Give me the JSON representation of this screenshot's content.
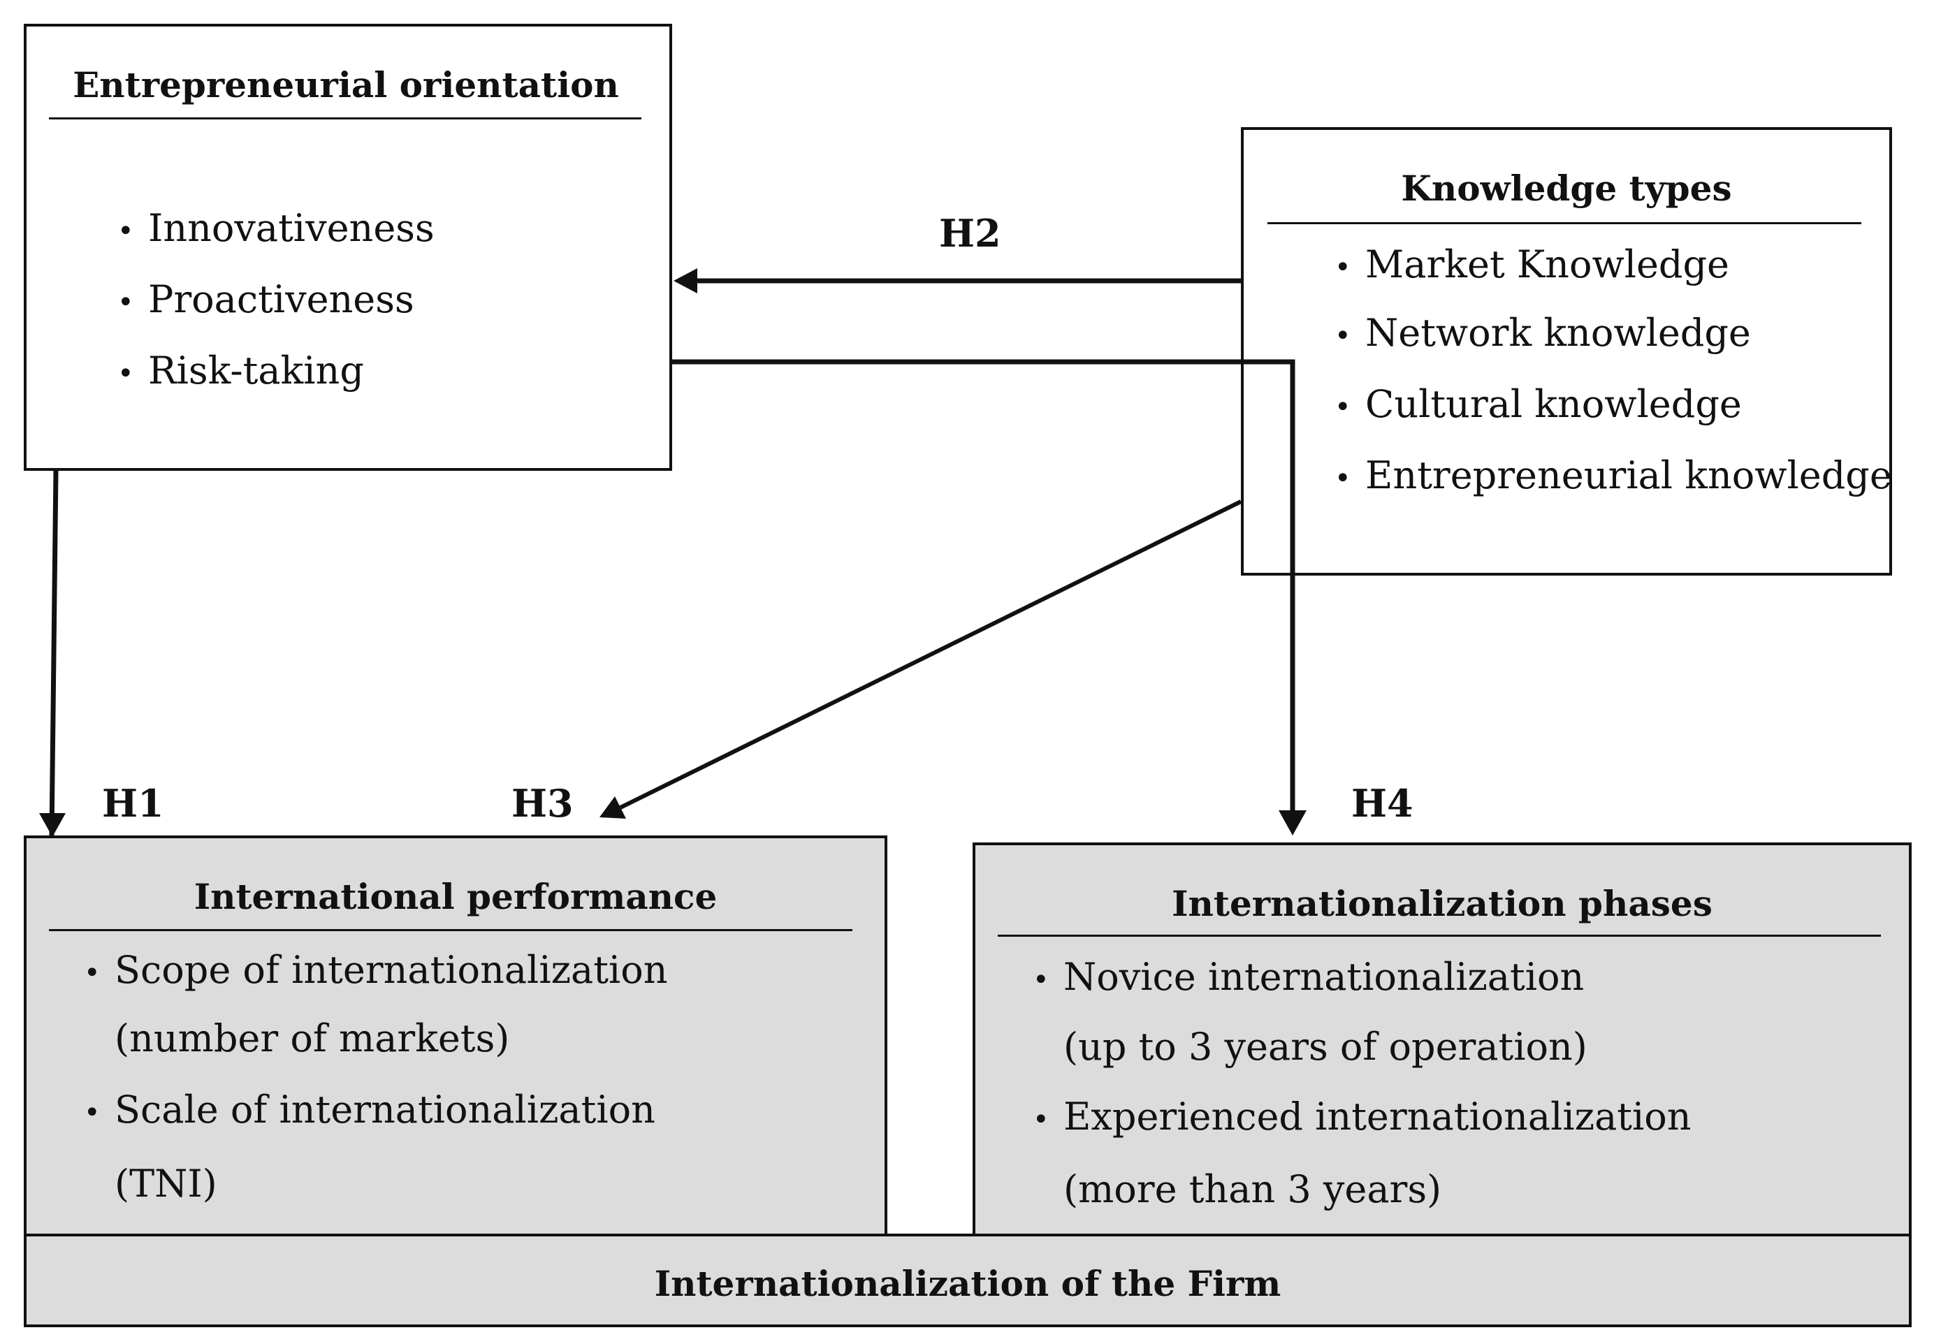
{
  "entrepreneurial_orientation": {
    "title": "Entrepreneurial orientation",
    "items": [
      "Innovativeness",
      "Proactiveness",
      "Risk-taking"
    ]
  },
  "knowledge_types": {
    "title": "Knowledge types",
    "items": [
      "Market Knowledge",
      "Network knowledge",
      "Cultural knowledge",
      "Entrepreneurial knowledge"
    ]
  },
  "international_performance": {
    "title": "International performance",
    "items": [
      {
        "label": "Scope of internationalization",
        "detail": "(number of markets)"
      },
      {
        "label": "Scale of internationalization",
        "detail": "(TNI)"
      }
    ]
  },
  "internationalization_phases": {
    "title": "Internationalization phases",
    "items": [
      {
        "label": "Novice internationalization",
        "detail": "(up to 3 years of operation)"
      },
      {
        "label": "Experienced internationalization",
        "detail": "(more than 3 years)"
      }
    ]
  },
  "firm": {
    "title": "Internationalization of the Firm"
  },
  "hypotheses": {
    "h1": "H1",
    "h2": "H2",
    "h3": "H3",
    "h4": "H4"
  },
  "colors": {
    "box_fill_gray": "#dcdcdc",
    "line": "#111111"
  }
}
